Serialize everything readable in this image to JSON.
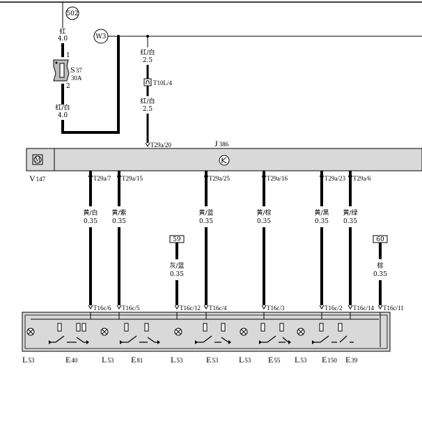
{
  "wires_top": {
    "w502_label": "502",
    "w3_label": "W3",
    "fuse_in_color": "红",
    "fuse_in_size": "4.0",
    "fuse_pin_top": "1",
    "fuse_pin_bottom": "2",
    "fuse_code": "S",
    "fuse_num": "37",
    "fuse_amp": "30A",
    "fuse_out_color": "红/白",
    "fuse_out_size": "4.0",
    "center_color_1": "红/白",
    "center_size_1": "2.5",
    "connector_code": "T10L/4",
    "center_color_2": "红/白",
    "center_size_2": "2.5",
    "pin_t29a20": "T29a/20"
  },
  "module": {
    "name": "J",
    "num": "386",
    "motor_letter": "M",
    "motor_code": "V",
    "motor_num": "147"
  },
  "pins_top": {
    "p1": "T29a/7",
    "p2": "T29a/15",
    "p3": "T29a/25",
    "p4": "T29a/16",
    "p5": "T29a/23",
    "p6": "T29a/6"
  },
  "wires_mid": {
    "c1": "黄/白",
    "s1": "0.35",
    "c2": "黄/紫",
    "s2": "0.35",
    "c3": "黄/蓝",
    "s3": "0.35",
    "c4": "黄/棕",
    "s4": "0.35",
    "c5": "黄/黑",
    "s5": "0.35",
    "c6": "黄/绿",
    "s6": "0.35",
    "box59": "59",
    "c59": "灰/蓝",
    "s59": "0.35",
    "box60": "60",
    "c60": "棕",
    "s60": "0.35"
  },
  "pins_bottom": {
    "b1": "T16c/6",
    "b2": "T16c/5",
    "b3": "T16c/12",
    "b4": "T16c/4",
    "b5": "T16c/3",
    "b6": "T16c/2",
    "b7": "T16c/14",
    "b8": "T16c/11"
  },
  "components": {
    "L": "L",
    "L_num": "53",
    "E40": "E",
    "E40_num": "40",
    "E81": "E",
    "E81_num": "81",
    "E53": "E",
    "E53_num": "53",
    "E55": "E",
    "E55_num": "55",
    "E150": "E",
    "E150_num": "150",
    "E39": "E",
    "E39_num": "39"
  }
}
